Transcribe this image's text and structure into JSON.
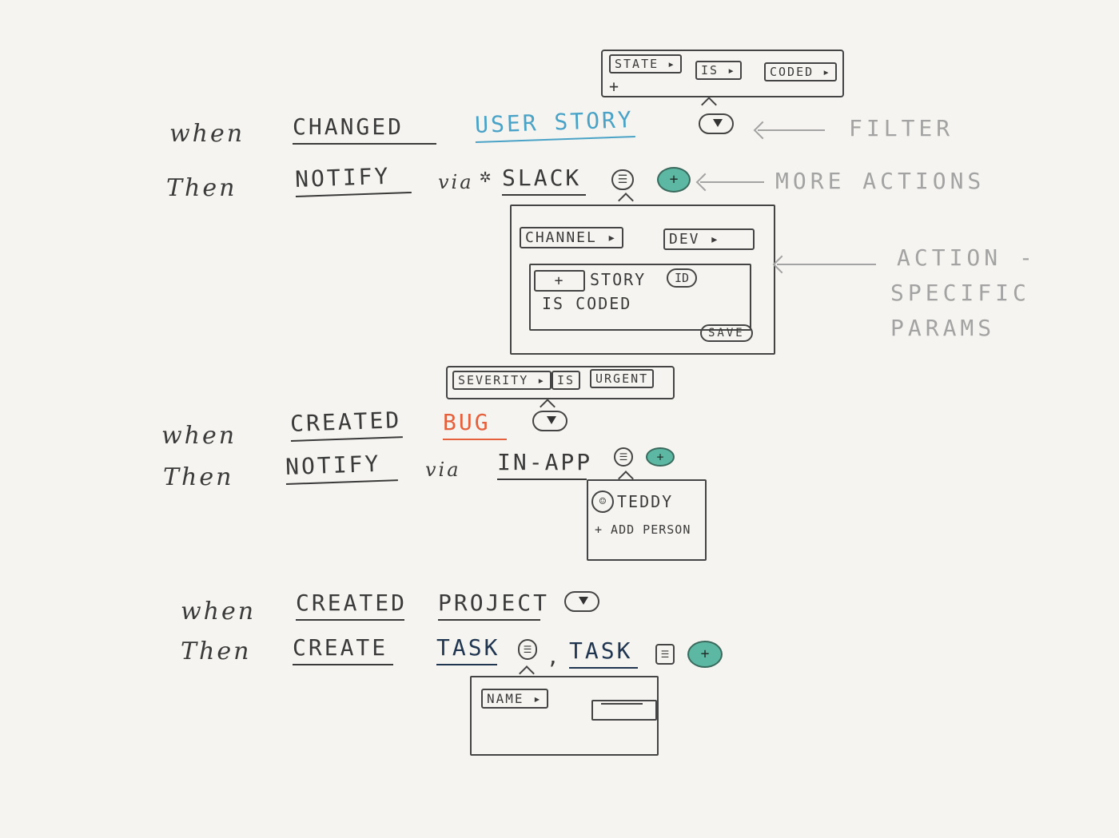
{
  "colors": {
    "ink": "#3a3a3a",
    "annotation": "#a3a3a3",
    "user_story": "#4aa3c7",
    "bug": "#e5603c",
    "task": "#1f3550",
    "accent_button": "#5cb8a2"
  },
  "icons": {
    "filter": "filter-icon",
    "list": "list-icon",
    "add": "plus-icon"
  },
  "annotations": {
    "filter": "FILTER",
    "more_actions": "MORE ACTIONS",
    "action_specific_params": [
      "ACTION -",
      "SPECIFIC",
      "PARAMS"
    ]
  },
  "rule1": {
    "when_label": "when",
    "event": "CHANGED",
    "entity": "USER STORY",
    "filter_popup": {
      "chips": [
        "STATE",
        "IS",
        "CODED"
      ],
      "add": "+"
    },
    "then_label": "Then",
    "action": "NOTIFY",
    "via_label": "via",
    "channel": "SLACK",
    "params_popup": {
      "channel_label": "CHANNEL",
      "channel_value": "DEV",
      "message_add": "+",
      "message_token": "STORY",
      "message_text": "IS CODED",
      "save": "SAVE"
    }
  },
  "rule2": {
    "filter_popup": {
      "chips": [
        "SEVERITY",
        "IS",
        "URGENT"
      ]
    },
    "when_label": "when",
    "event": "CREATED",
    "entity": "BUG",
    "then_label": "Then",
    "action": "NOTIFY",
    "via_label": "via",
    "channel": "IN-APP",
    "recipients_popup": {
      "person": "TEDDY",
      "add_person": "+ ADD PERSON"
    }
  },
  "rule3": {
    "when_label": "when",
    "event": "CREATED",
    "entity": "PROJECT",
    "then_label": "Then",
    "action": "CREATE",
    "items": [
      "TASK",
      "TASK"
    ],
    "separator": ",",
    "params_popup": {
      "name_label": "NAME"
    }
  }
}
